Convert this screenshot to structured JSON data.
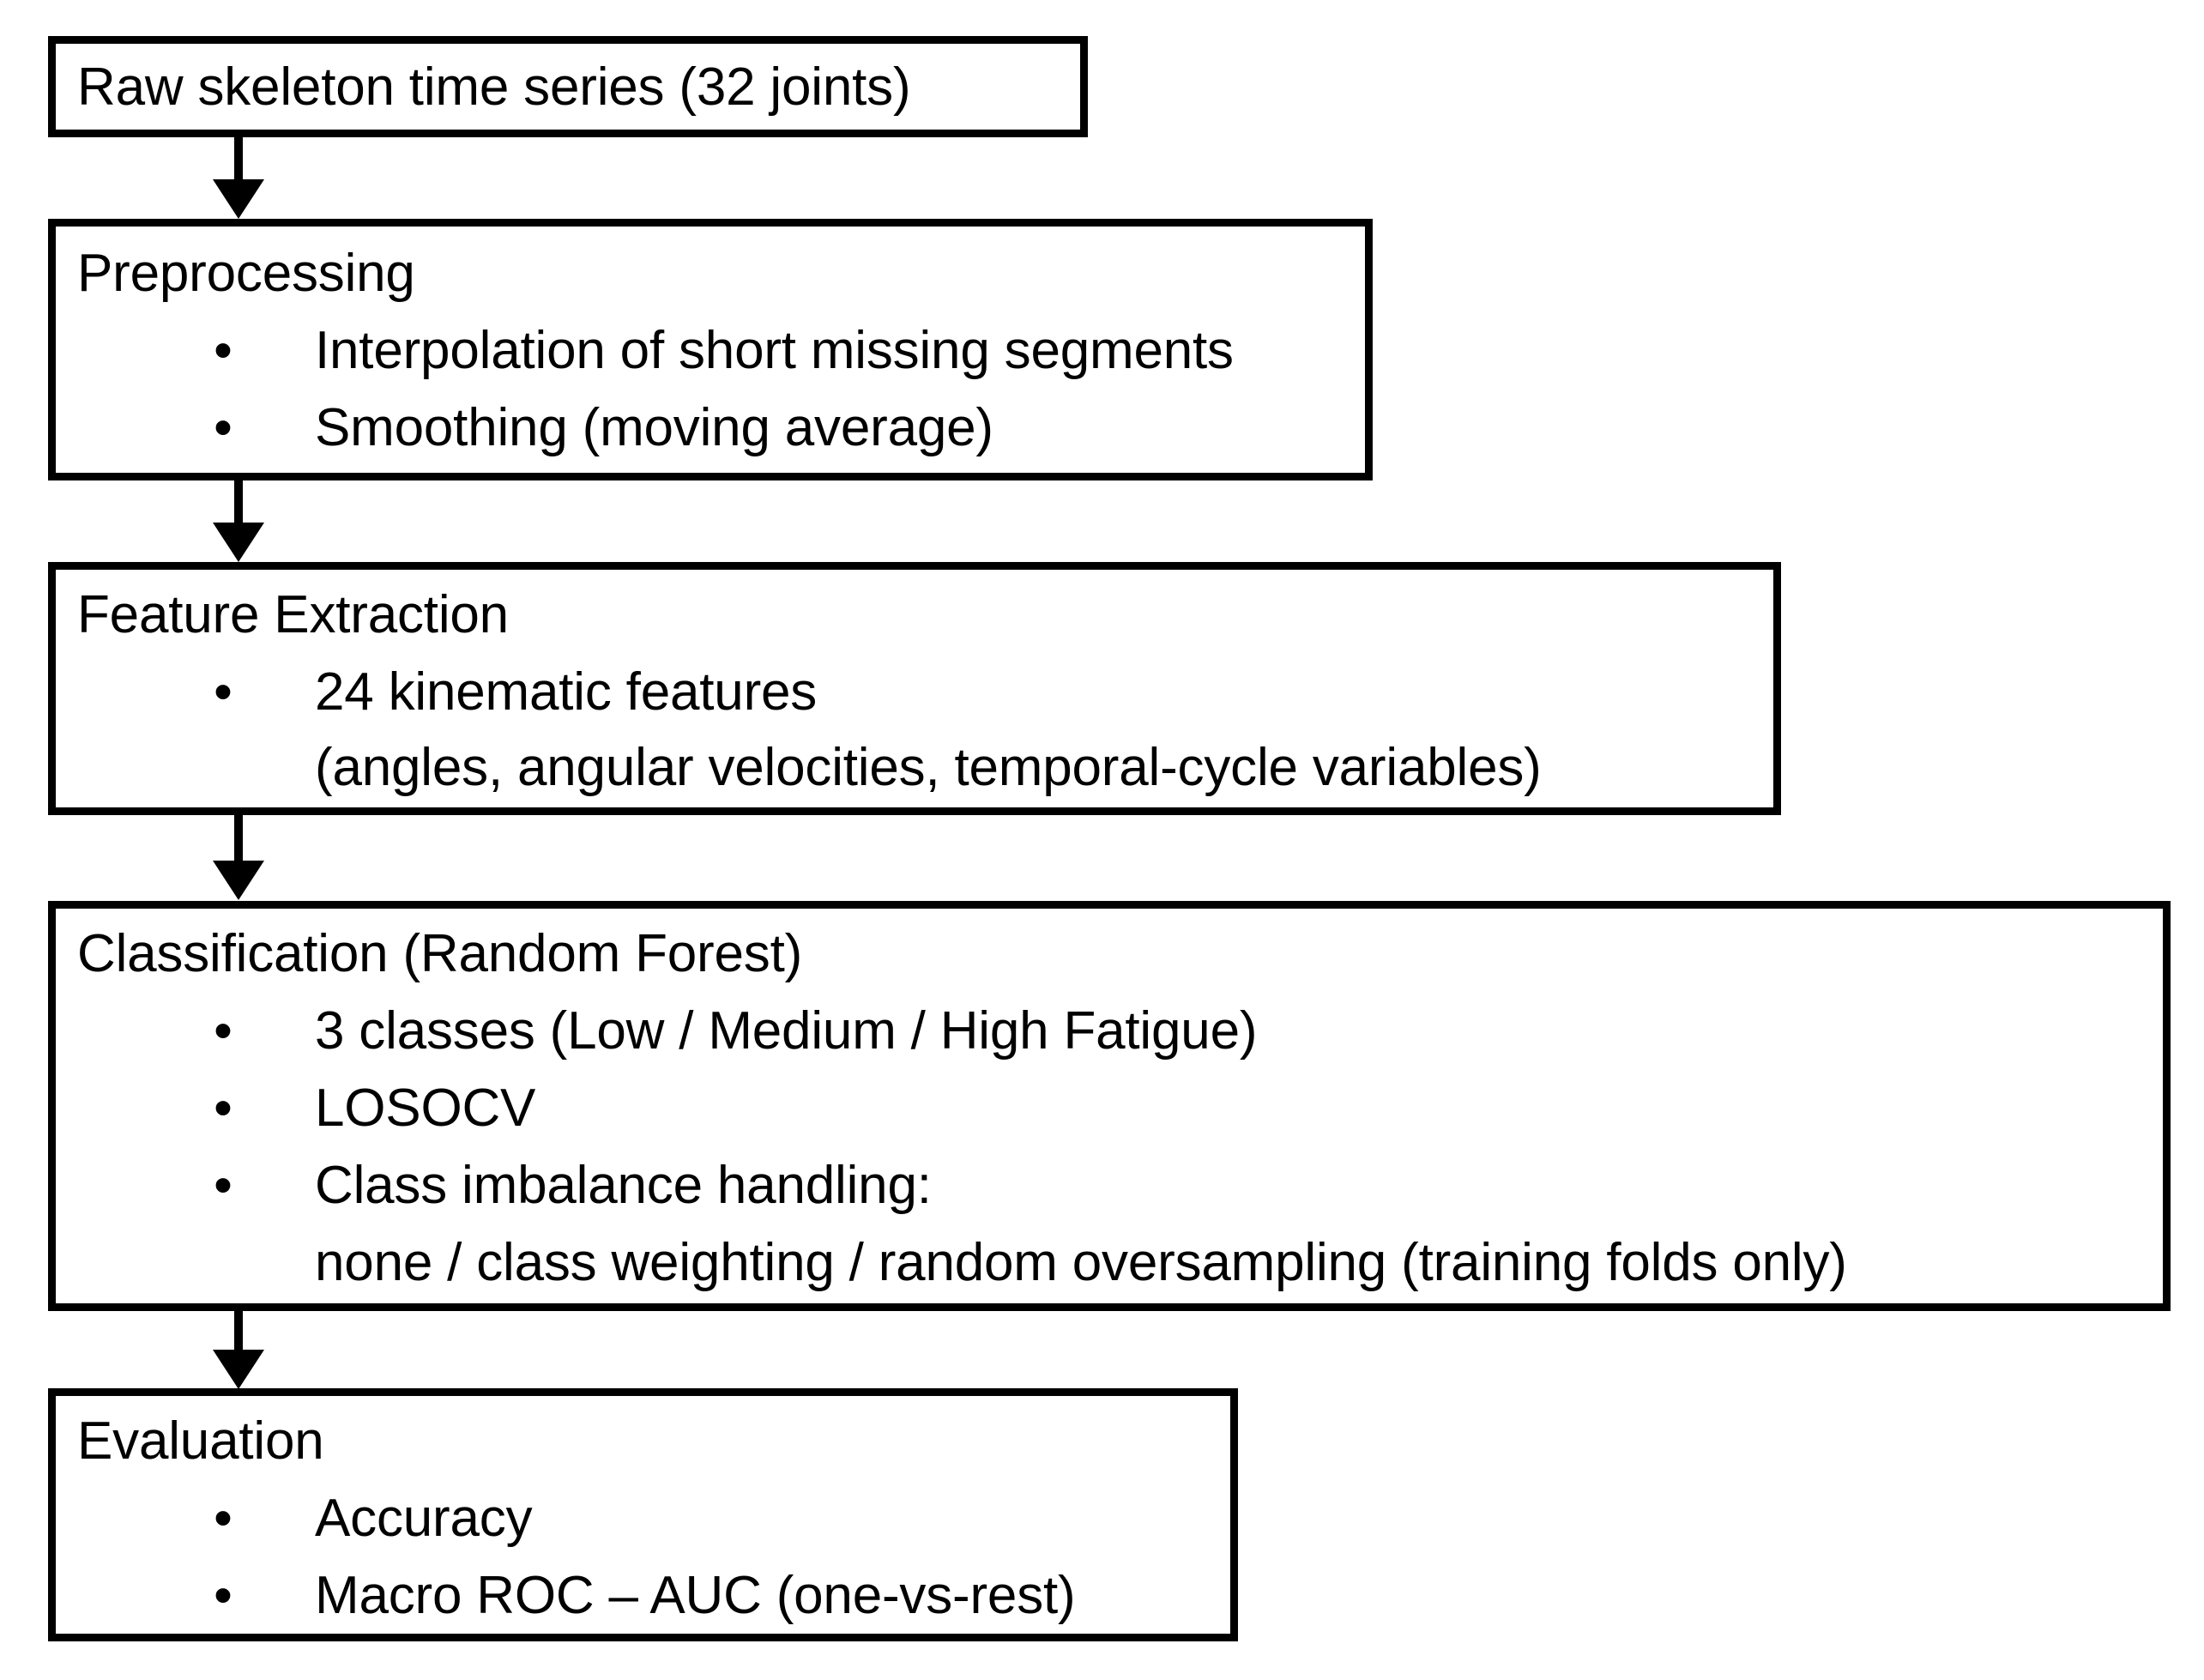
{
  "diagram": {
    "type": "flowchart",
    "orientation": "vertical-top-to-bottom",
    "arrow_glyph": "downward-arrow",
    "bullet_glyph": "•",
    "colors": {
      "background": "#ffffff",
      "border": "#000000",
      "text": "#000000"
    },
    "nodes": [
      {
        "id": "raw-input",
        "title": "Raw skeleton time series (32 joints)",
        "bullets": []
      },
      {
        "id": "preprocessing",
        "title": "Preprocessing",
        "bullets": [
          {
            "text": "Interpolation of short missing segments",
            "continuation": null
          },
          {
            "text": "Smoothing (moving average)",
            "continuation": null
          }
        ]
      },
      {
        "id": "feature-extraction",
        "title": "Feature Extraction",
        "bullets": [
          {
            "text": "24 kinematic features",
            "continuation": "(angles, angular velocities, temporal-cycle variables)"
          }
        ]
      },
      {
        "id": "classification",
        "title": "Classification (Random Forest)",
        "bullets": [
          {
            "text": "3 classes (Low / Medium / High Fatigue)",
            "continuation": null
          },
          {
            "text": "LOSOCV",
            "continuation": null
          },
          {
            "text": "Class imbalance handling:",
            "continuation": "none / class weighting / random oversampling (training folds only)"
          }
        ]
      },
      {
        "id": "evaluation",
        "title": "Evaluation",
        "bullets": [
          {
            "text": "Accuracy",
            "continuation": null
          },
          {
            "text": "Macro ROC – AUC (one-vs-rest)",
            "continuation": null
          }
        ]
      }
    ],
    "edges": [
      {
        "from": "raw-input",
        "to": "preprocessing"
      },
      {
        "from": "preprocessing",
        "to": "feature-extraction"
      },
      {
        "from": "feature-extraction",
        "to": "classification"
      },
      {
        "from": "classification",
        "to": "evaluation"
      }
    ]
  }
}
